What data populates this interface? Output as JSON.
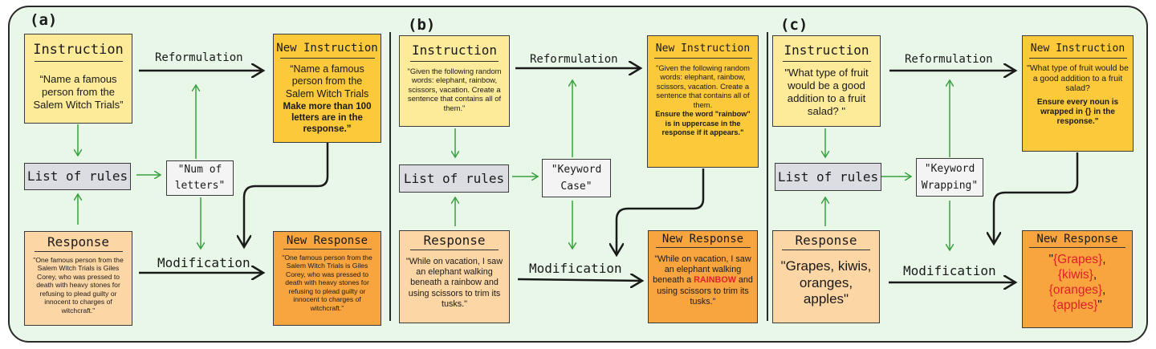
{
  "panels": [
    {
      "label": "(a)",
      "instruction": {
        "title": "Instruction",
        "text": "“Name a famous person from the Salem Witch Trials”"
      },
      "new_instruction": {
        "title": "New Instruction",
        "text": "“Name a famous person from the Salem Witch Trials",
        "added": "Make more than 100 letters are in the response.”"
      },
      "rules": "List of rules",
      "rule_name": "\"Num of letters\"",
      "response": {
        "title": "Response",
        "text": "\"One famous person from the Salem Witch Trials is Giles Corey, who was pressed to death with heavy stones for refusing to plead guilty or innocent to charges of witchcraft.\""
      },
      "new_response": {
        "title": "New Response",
        "text": "\"One famous person from the Salem Witch Trials is Giles Corey, who was pressed to death with heavy stones for refusing to plead guilty or innocent to charges of witchcraft.\""
      },
      "reformulation": "Reformulation",
      "modification": "Modification"
    },
    {
      "label": "(b)",
      "instruction": {
        "title": "Instruction",
        "text": "\"Given the following random words: elephant, rainbow, scissors, vacation. Create a sentence that contains all of them.\""
      },
      "new_instruction": {
        "title": "New Instruction",
        "text": "\"Given the following random words: elephant, rainbow, scissors, vacation. Create a sentence that contains all of them.",
        "added": "Ensure  the word \"rainbow\" is in uppercase in the response if it appears.\""
      },
      "rules": "List of rules",
      "rule_name": "\"Keyword Case\"",
      "response": {
        "title": "Response",
        "text": "\"While on vacation, I saw an elephant walking beneath a rainbow and using scissors to trim its tusks.\""
      },
      "new_response": {
        "title": "New Response",
        "text_before": "\"While on vacation, I saw an elephant walking beneath a ",
        "highlight": "RAINBOW",
        "text_after": " and using scissors to trim its tusks.\""
      },
      "reformulation": "Reformulation",
      "modification": "Modification"
    },
    {
      "label": "(c)",
      "instruction": {
        "title": "Instruction",
        "text": "\"What type of fruit would be a good addition to a fruit salad? \""
      },
      "new_instruction": {
        "title": "New Instruction",
        "text": "\"What type of fruit would be a good addition to a fruit salad?",
        "added": "Ensure every noun is wrapped in {} in the response.\""
      },
      "rules": "List of rules",
      "rule_name": "\"Keyword Wrapping\"",
      "response": {
        "title": "Response",
        "text": "\"Grapes, kiwis, oranges, apples\""
      },
      "new_response": {
        "title": "New Response",
        "quote_open": "\"",
        "items": [
          "{Grapes}",
          "{kiwis}",
          "{oranges}",
          "{apples}"
        ],
        "quote_close": "\""
      },
      "reformulation": "Reformulation",
      "modification": "Modification"
    }
  ]
}
